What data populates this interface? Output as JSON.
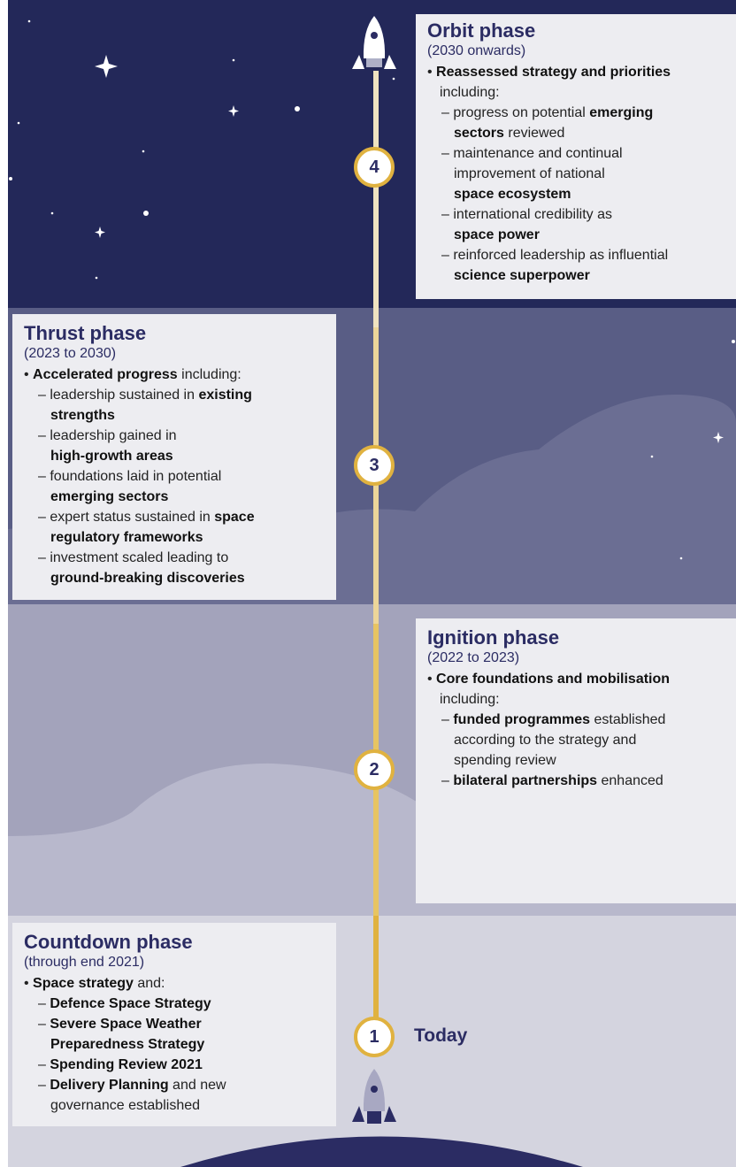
{
  "phases": {
    "orbit": {
      "number": "4",
      "title": "Orbit phase",
      "period": "(2030 onwards)",
      "bullet_bold": "Reassessed strategy and priorities",
      "bullet_cont": "including:",
      "items": [
        {
          "dash": "– ",
          "pre": "progress on potential ",
          "bold": "emerging",
          "cont_bold": "sectors",
          "cont_post": " reviewed"
        },
        {
          "dash": "– ",
          "pre": "maintenance and continual",
          "cont_plain": "improvement of national",
          "cont_bold2": "space ecosystem"
        },
        {
          "dash": "– ",
          "pre": "international credibility as",
          "cont_bold": "space power"
        },
        {
          "dash": "– ",
          "pre": "reinforced leadership as influential",
          "cont_bold": "science superpower"
        }
      ]
    },
    "thrust": {
      "number": "3",
      "title": "Thrust phase",
      "period": "(2023 to 2030)",
      "bullet_bold": "Accelerated progress",
      "bullet_post": " including:",
      "items": [
        {
          "dash": "– ",
          "pre": "leadership sustained in ",
          "bold": "existing",
          "cont_bold": "strengths"
        },
        {
          "dash": "– ",
          "pre": "leadership gained in",
          "cont_bold": "high-growth areas"
        },
        {
          "dash": "– ",
          "pre": "foundations laid in potential",
          "cont_bold": "emerging sectors"
        },
        {
          "dash": "– ",
          "pre": "expert status sustained in ",
          "bold": "space",
          "cont_bold": "regulatory frameworks"
        },
        {
          "dash": "– ",
          "pre": "investment scaled leading to",
          "cont_bold": "ground-breaking discoveries"
        }
      ]
    },
    "ignition": {
      "number": "2",
      "title": "Ignition phase",
      "period": "(2022 to 2023)",
      "bullet_bold": "Core foundations and mobilisation",
      "bullet_cont": "including:",
      "items": [
        {
          "dash": "– ",
          "bold": "funded programmes",
          "post": " established",
          "cont1": "according to the strategy and",
          "cont2": "spending review"
        },
        {
          "dash": "– ",
          "bold": "bilateral partnerships",
          "post": " enhanced"
        }
      ]
    },
    "countdown": {
      "number": "1",
      "title": "Countdown phase",
      "period": "(through end 2021)",
      "bullet_bold": "Space strategy",
      "bullet_post": " and:",
      "items": [
        {
          "dash": "– ",
          "bold": "Defence Space Strategy"
        },
        {
          "dash": "– ",
          "bold": "Severe Space Weather",
          "cont_bold": "Preparedness Strategy"
        },
        {
          "dash": "– ",
          "bold": "Spending Review 2021"
        },
        {
          "dash": "– ",
          "bold": "Delivery Planning",
          "post": " and new",
          "cont_plain": "governance established"
        }
      ]
    }
  },
  "today_label": "Today",
  "colors": {
    "title_navy": "#2b2c63",
    "gold": "#e0b240",
    "space_band": "#232859",
    "thrust_band": "#595d85",
    "ignition_band": "#a3a3bb",
    "countdown_band": "#d4d4df",
    "box_bg": "#ededf1"
  },
  "icons": [
    "rocket-icon-top",
    "rocket-icon-bottom",
    "planet-horizon"
  ]
}
